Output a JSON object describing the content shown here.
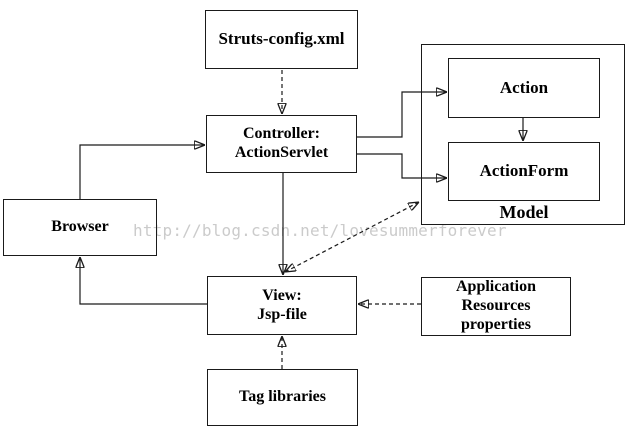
{
  "diagram": {
    "title_hint": "Struts MVC architecture diagram",
    "line_color": "#1a1a1a",
    "box_border_color": "#000000",
    "boxes": {
      "struts_config": {
        "label": "Struts-config.xml"
      },
      "controller": {
        "line1": "Controller:",
        "line2": "ActionServlet"
      },
      "action": {
        "label": "Action"
      },
      "action_form": {
        "label": "ActionForm"
      },
      "model": {
        "label": "Model"
      },
      "browser": {
        "label": "Browser"
      },
      "view": {
        "line1": "View:",
        "line2": "Jsp-file"
      },
      "application_resources": {
        "line1": "Application",
        "line2": "Resources",
        "line3": "properties"
      },
      "tag_libraries": {
        "label": "Tag libraries"
      }
    }
  },
  "watermark": {
    "text": "http://blog.csdn.net/lovesummerforever",
    "color": "#cbcbcb"
  }
}
